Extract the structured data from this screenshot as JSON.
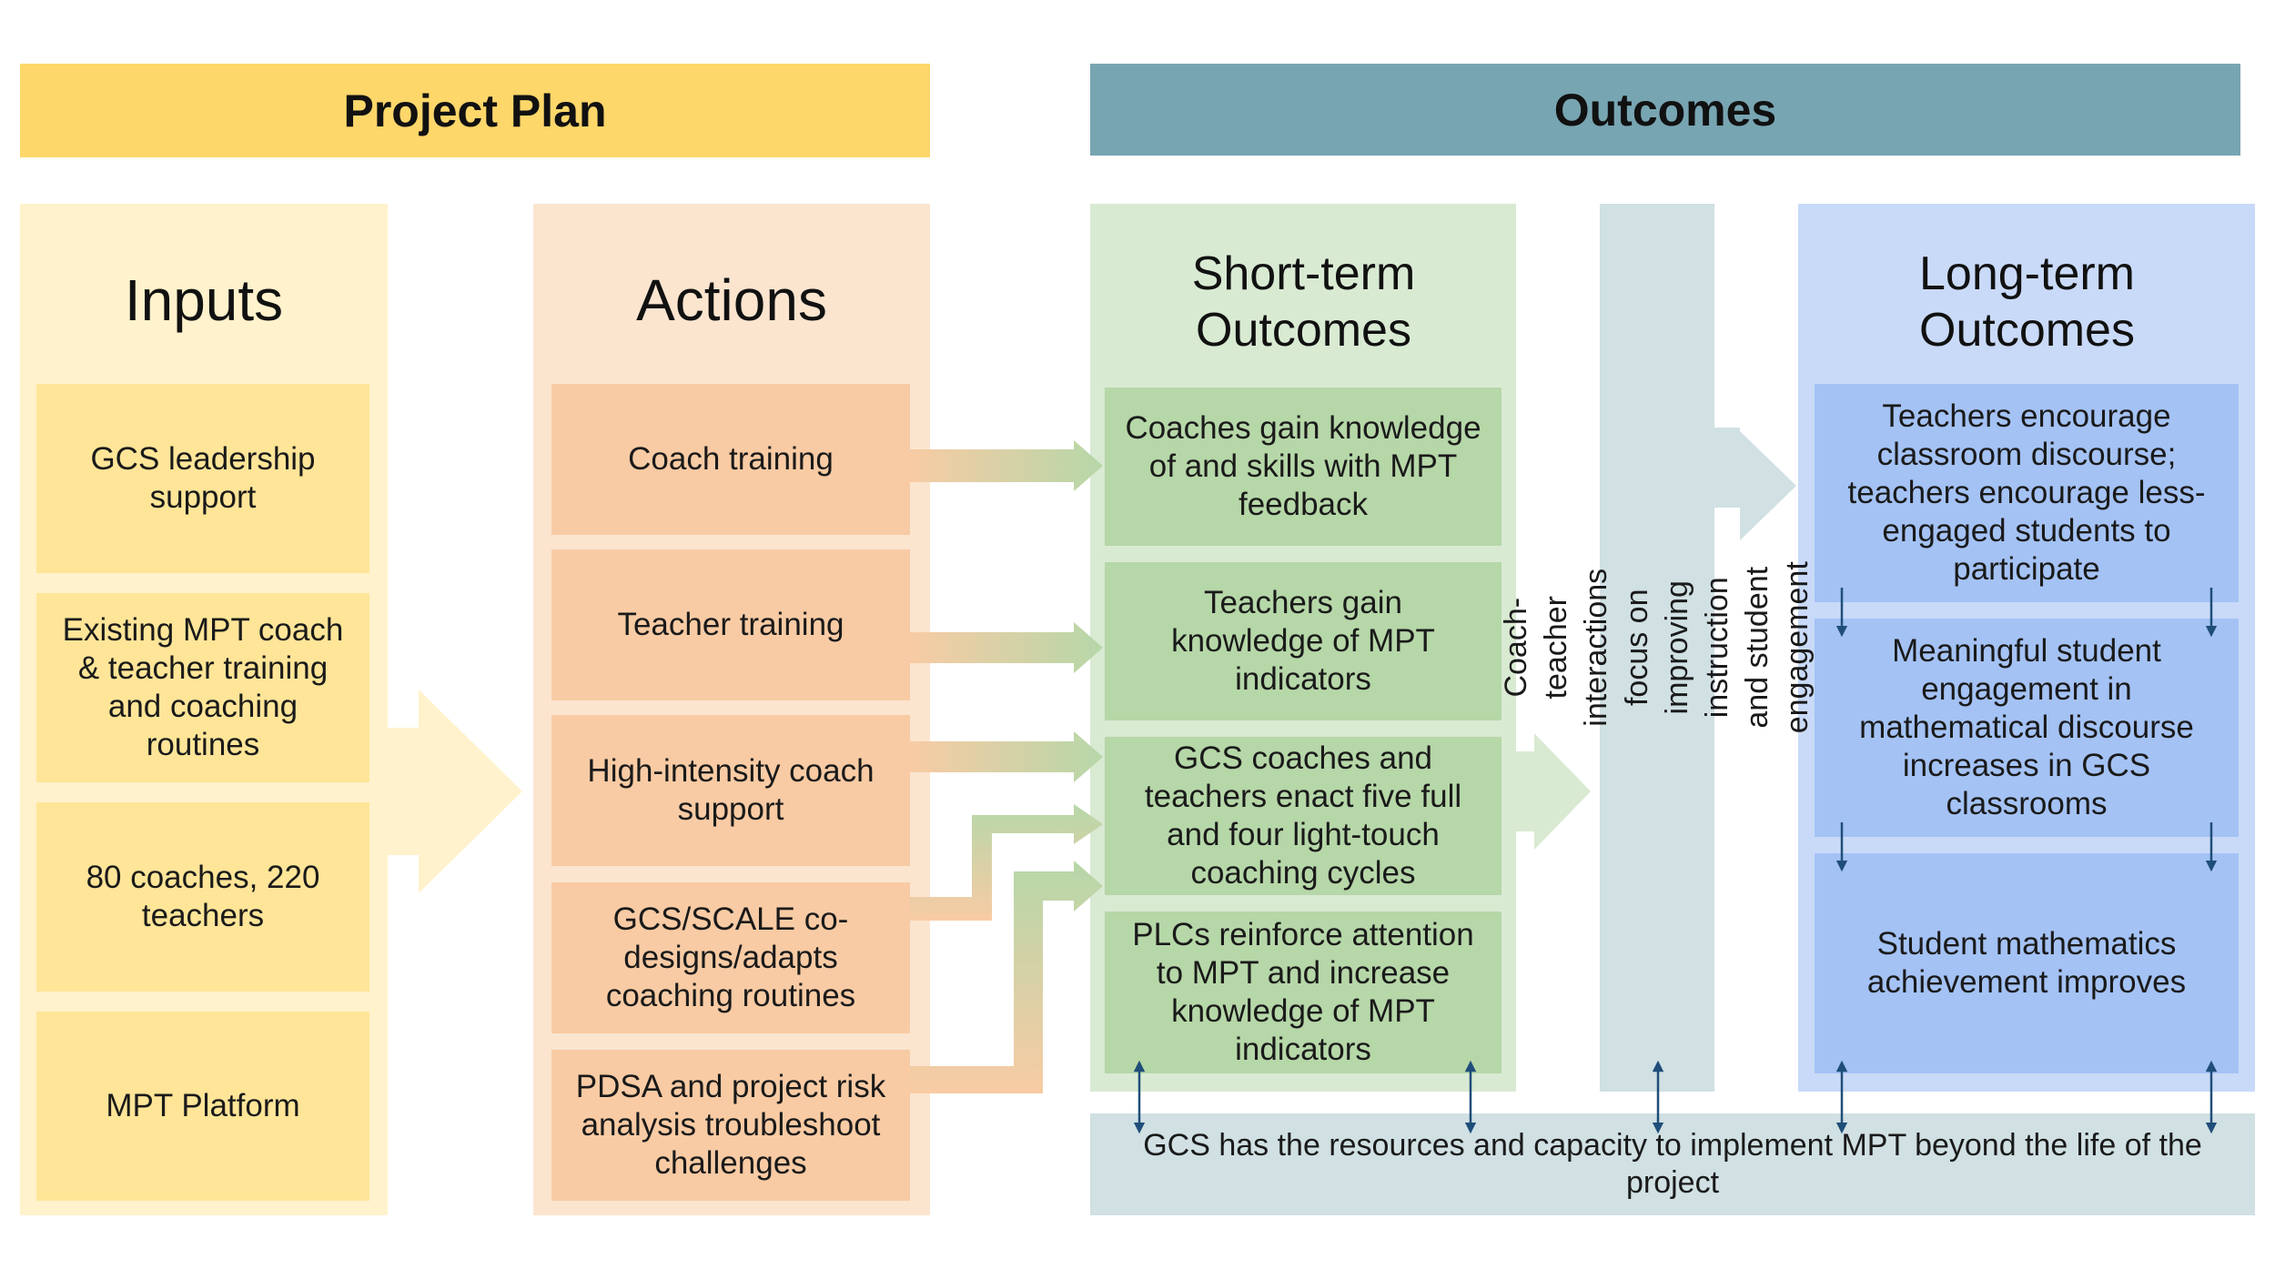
{
  "banners": {
    "project_plan": "Project Plan",
    "outcomes": "Outcomes"
  },
  "inputs": {
    "title": "Inputs",
    "items": [
      "GCS leadership support",
      "Existing MPT coach & teacher training and coaching routines",
      "80 coaches, 220 teachers",
      "MPT Platform"
    ]
  },
  "actions": {
    "title": "Actions",
    "items": [
      "Coach training",
      "Teacher training",
      "High-intensity coach support",
      "GCS/SCALE co-designs/adapts coaching routines",
      "PDSA and project risk analysis troubleshoot challenges"
    ]
  },
  "short_term": {
    "title": "Short-term Outcomes",
    "items": [
      "Coaches gain knowledge of and skills with MPT feedback",
      "Teachers gain knowledge of MPT indicators",
      "GCS coaches and teachers enact five full and four light-touch coaching cycles",
      "PLCs reinforce attention to MPT and increase knowledge of MPT indicators"
    ]
  },
  "mediator": {
    "text": "Coach-teacher interactions focus on improving instruction and student engagement"
  },
  "long_term": {
    "title": "Long-term Outcomes",
    "items": [
      "Teachers encourage classroom discourse; teachers encourage less-engaged students to participate",
      "Meaningful student engagement in mathematical discourse increases in GCS classrooms",
      "Student mathematics achievement improves"
    ]
  },
  "sustainability": {
    "text": "GCS has the resources and capacity to implement MPT beyond the life of the project"
  },
  "colors": {
    "project_plan_banner": "#fdd76a",
    "outcomes_banner": "#78a5b2",
    "inputs_panel": "#fff2cc",
    "inputs_box": "#ffe598",
    "actions_panel": "#fbe5cf",
    "actions_box": "#f8cba4",
    "short_panel": "#d9ead3",
    "short_box": "#b6d7a8",
    "mediator_panel": "#d0e0e3",
    "long_panel": "#c9daf8",
    "long_box": "#a4c2f4",
    "sustain_panel": "#d0e0e3",
    "arrow_dark": "#1f4e79"
  }
}
